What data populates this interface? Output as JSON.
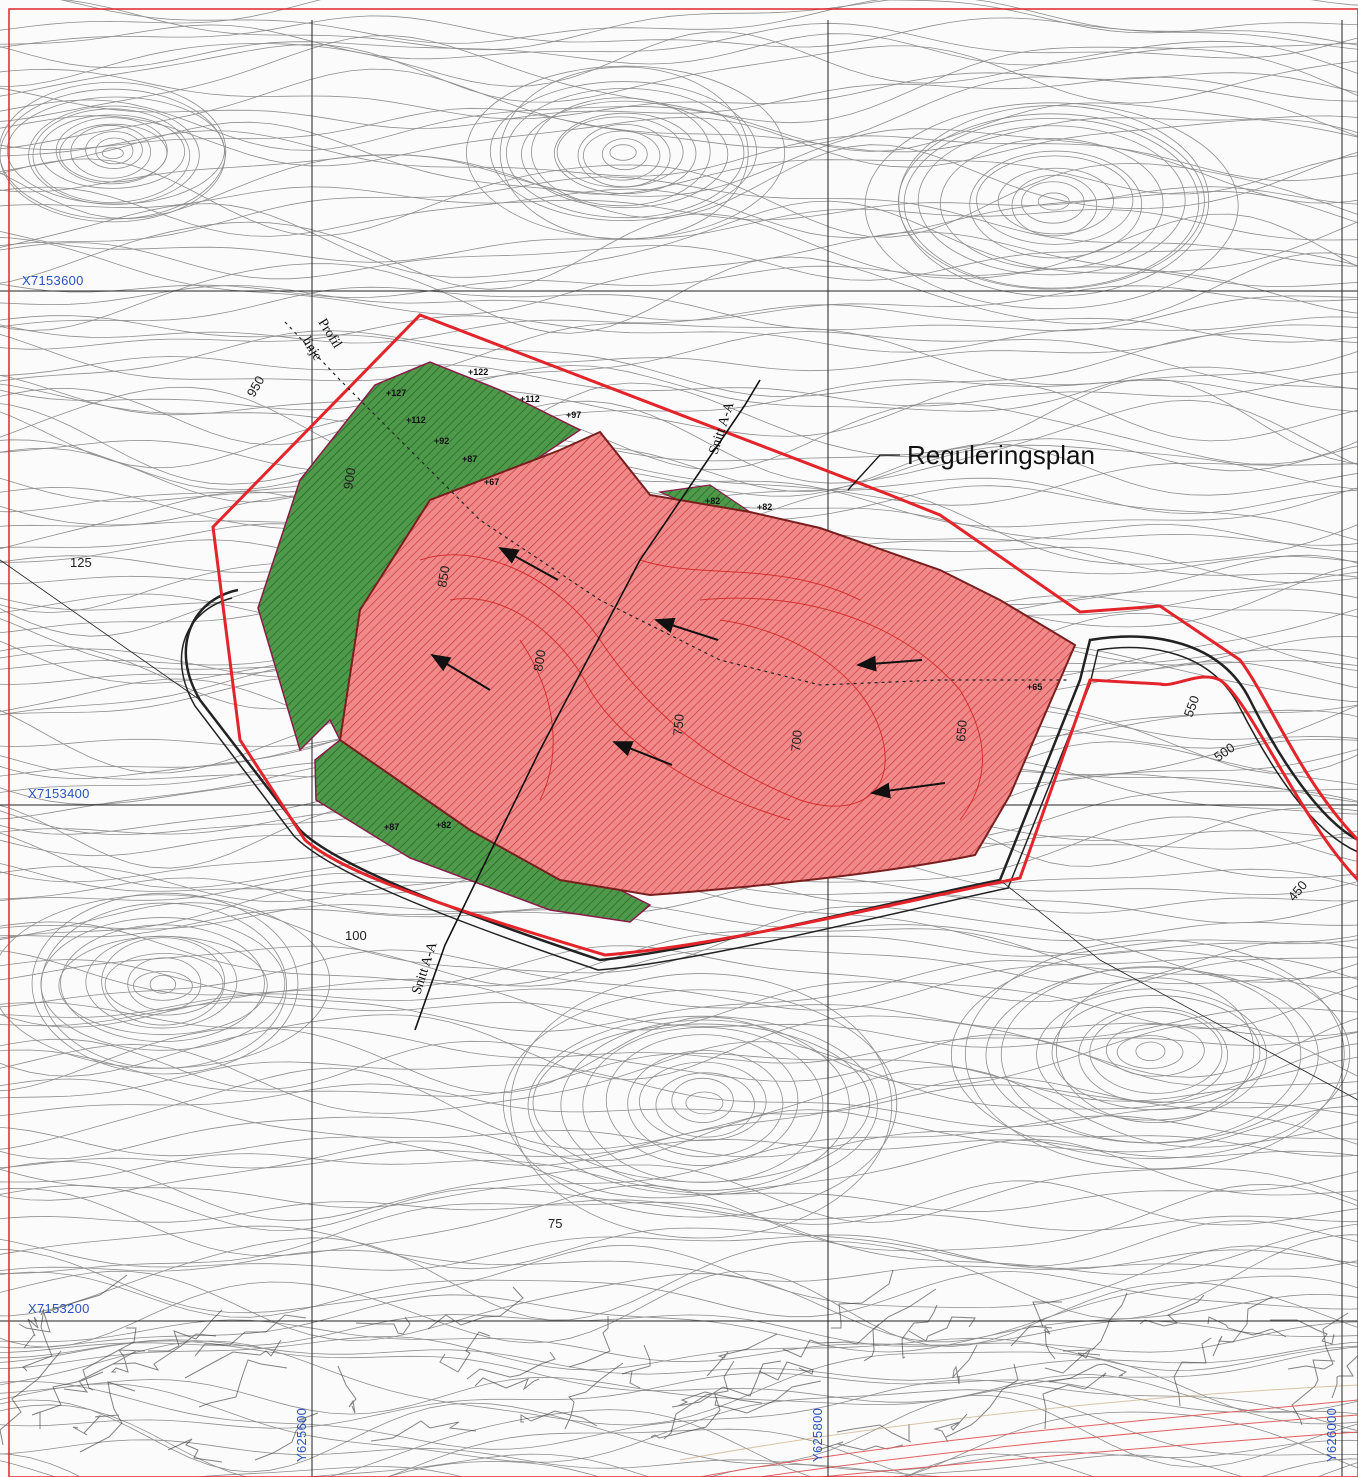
{
  "map": {
    "plan_label": "Reguleringsplan",
    "section_label": "Snitt A-A",
    "profile_label_1": "Profil",
    "profile_label_2": "linje",
    "grid_x": [
      "X7153600",
      "X7153400",
      "X7153200"
    ],
    "grid_y": [
      "Y625600",
      "Y625800",
      "Y626000"
    ],
    "contours": [
      "950",
      "125",
      "100",
      "75",
      "550",
      "500",
      "450",
      "850",
      "800",
      "750",
      "700",
      "650",
      "900"
    ],
    "elevations": [
      "+127",
      "+112",
      "+97",
      "+92",
      "+87",
      "+82",
      "+67",
      "+65",
      "+122"
    ],
    "colors": {
      "boundary": "#e3242b",
      "fill_red": "#f08a8a",
      "hatch_red": "#d23a3a",
      "fill_green": "#4f9a4a",
      "hatch_green": "#1f5e1f",
      "coord_text": "#2a52be",
      "contour": "#555555"
    }
  }
}
